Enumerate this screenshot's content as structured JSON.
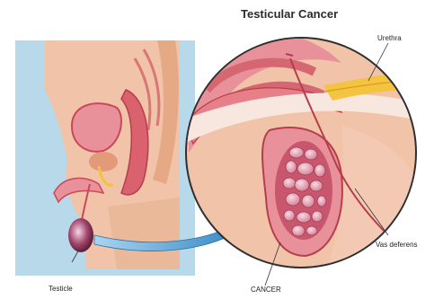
{
  "diagram": {
    "title": "Testicular Cancer",
    "labels": {
      "urethra": "Urethra",
      "vas_deferens": "Vas deferens",
      "testicle": "Testicle",
      "cancer": "CANCER"
    },
    "colors": {
      "skin": "#f1c3a8",
      "tissue_pink": "#e8919a",
      "tissue_dark": "#c9485a",
      "backdrop_blue": "#b7d9ea",
      "arrow_blue": "#3a8fc7",
      "urethra_yellow": "#f3c33a",
      "tumor": "#d98aa0"
    }
  }
}
